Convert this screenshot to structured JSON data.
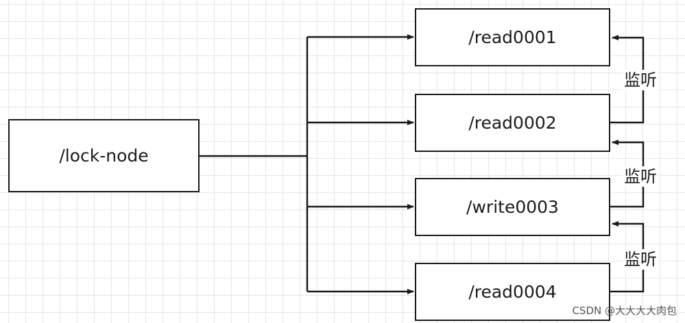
{
  "root": {
    "label": "/lock-node"
  },
  "children": [
    {
      "label": "/read0001"
    },
    {
      "label": "/read0002"
    },
    {
      "label": "/write0003"
    },
    {
      "label": "/read0004"
    }
  ],
  "watch_label": "监听",
  "watch_edges": [
    {
      "from": "/read0002",
      "to": "/read0001",
      "label": "监听"
    },
    {
      "from": "/write0003",
      "to": "/read0002",
      "label": "监听"
    },
    {
      "from": "/read0004",
      "to": "/write0003",
      "label": "监听"
    }
  ],
  "watermark": "CSDN @大大大大肉包",
  "colors": {
    "stroke": "#1a1a1a",
    "grid": "#e6e6e6",
    "background": "#ffffff"
  }
}
